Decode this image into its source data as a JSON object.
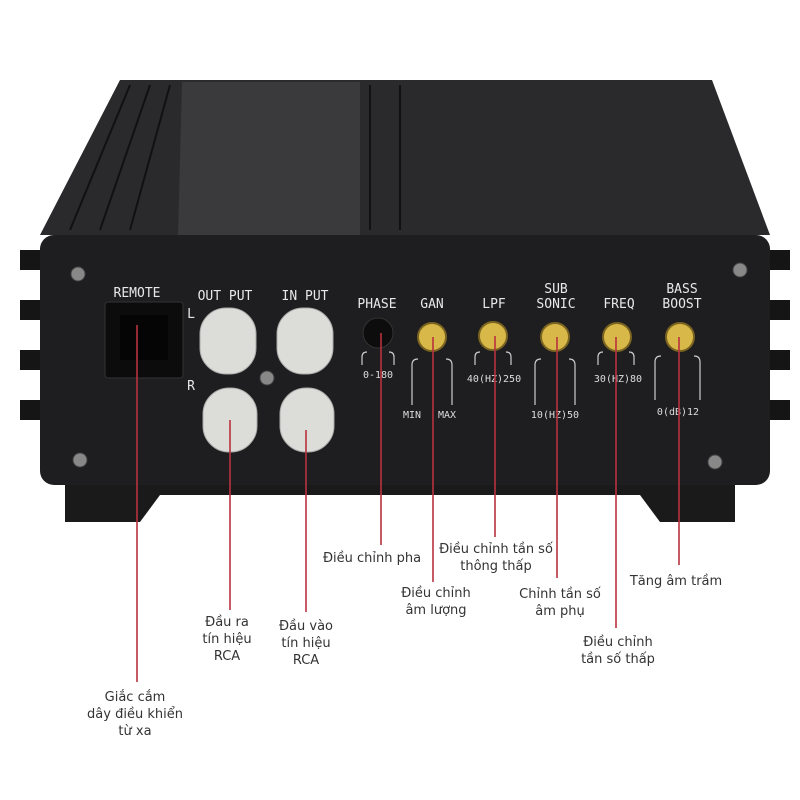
{
  "panel": {
    "remote": "REMOTE",
    "output": "OUT PUT",
    "input": "IN PUT",
    "left": "L",
    "right": "R",
    "phase": "PHASE",
    "phase_range": "0-180",
    "gain": "GAN",
    "gain_min": "MIN",
    "gain_max": "MAX",
    "lpf": "LPF",
    "lpf_range": "40(HZ)250",
    "sub_line1": "SUB",
    "sub_line2": "SONIC",
    "sub_range": "10(HZ)50",
    "freq": "FREQ",
    "freq_range": "30(HZ)80",
    "bass_line1": "BASS",
    "bass_line2": "BOOST",
    "bass_range": "0(dB)12"
  },
  "callouts": {
    "remote": [
      "Giắc cắm",
      "dây điều khiển",
      "từ xa"
    ],
    "output": [
      "Đầu ra",
      "tín hiệu",
      "RCA"
    ],
    "input": [
      "Đầu vào",
      "tín hiệu",
      "RCA"
    ],
    "phase": [
      "Điều chỉnh pha"
    ],
    "gain": [
      "Điều chỉnh",
      "âm lượng"
    ],
    "lpf": [
      "Điều chỉnh tần số",
      "thông thấp"
    ],
    "subsonic": [
      "Chỉnh tần số",
      "âm phụ"
    ],
    "freq": [
      "Điều chỉnh",
      "tần số thấp"
    ],
    "bass": [
      "Tăng âm trầm"
    ]
  },
  "colors": {
    "callout_line": "#b8323f",
    "body": "#1e1e20",
    "knob": "#d9b84a"
  }
}
